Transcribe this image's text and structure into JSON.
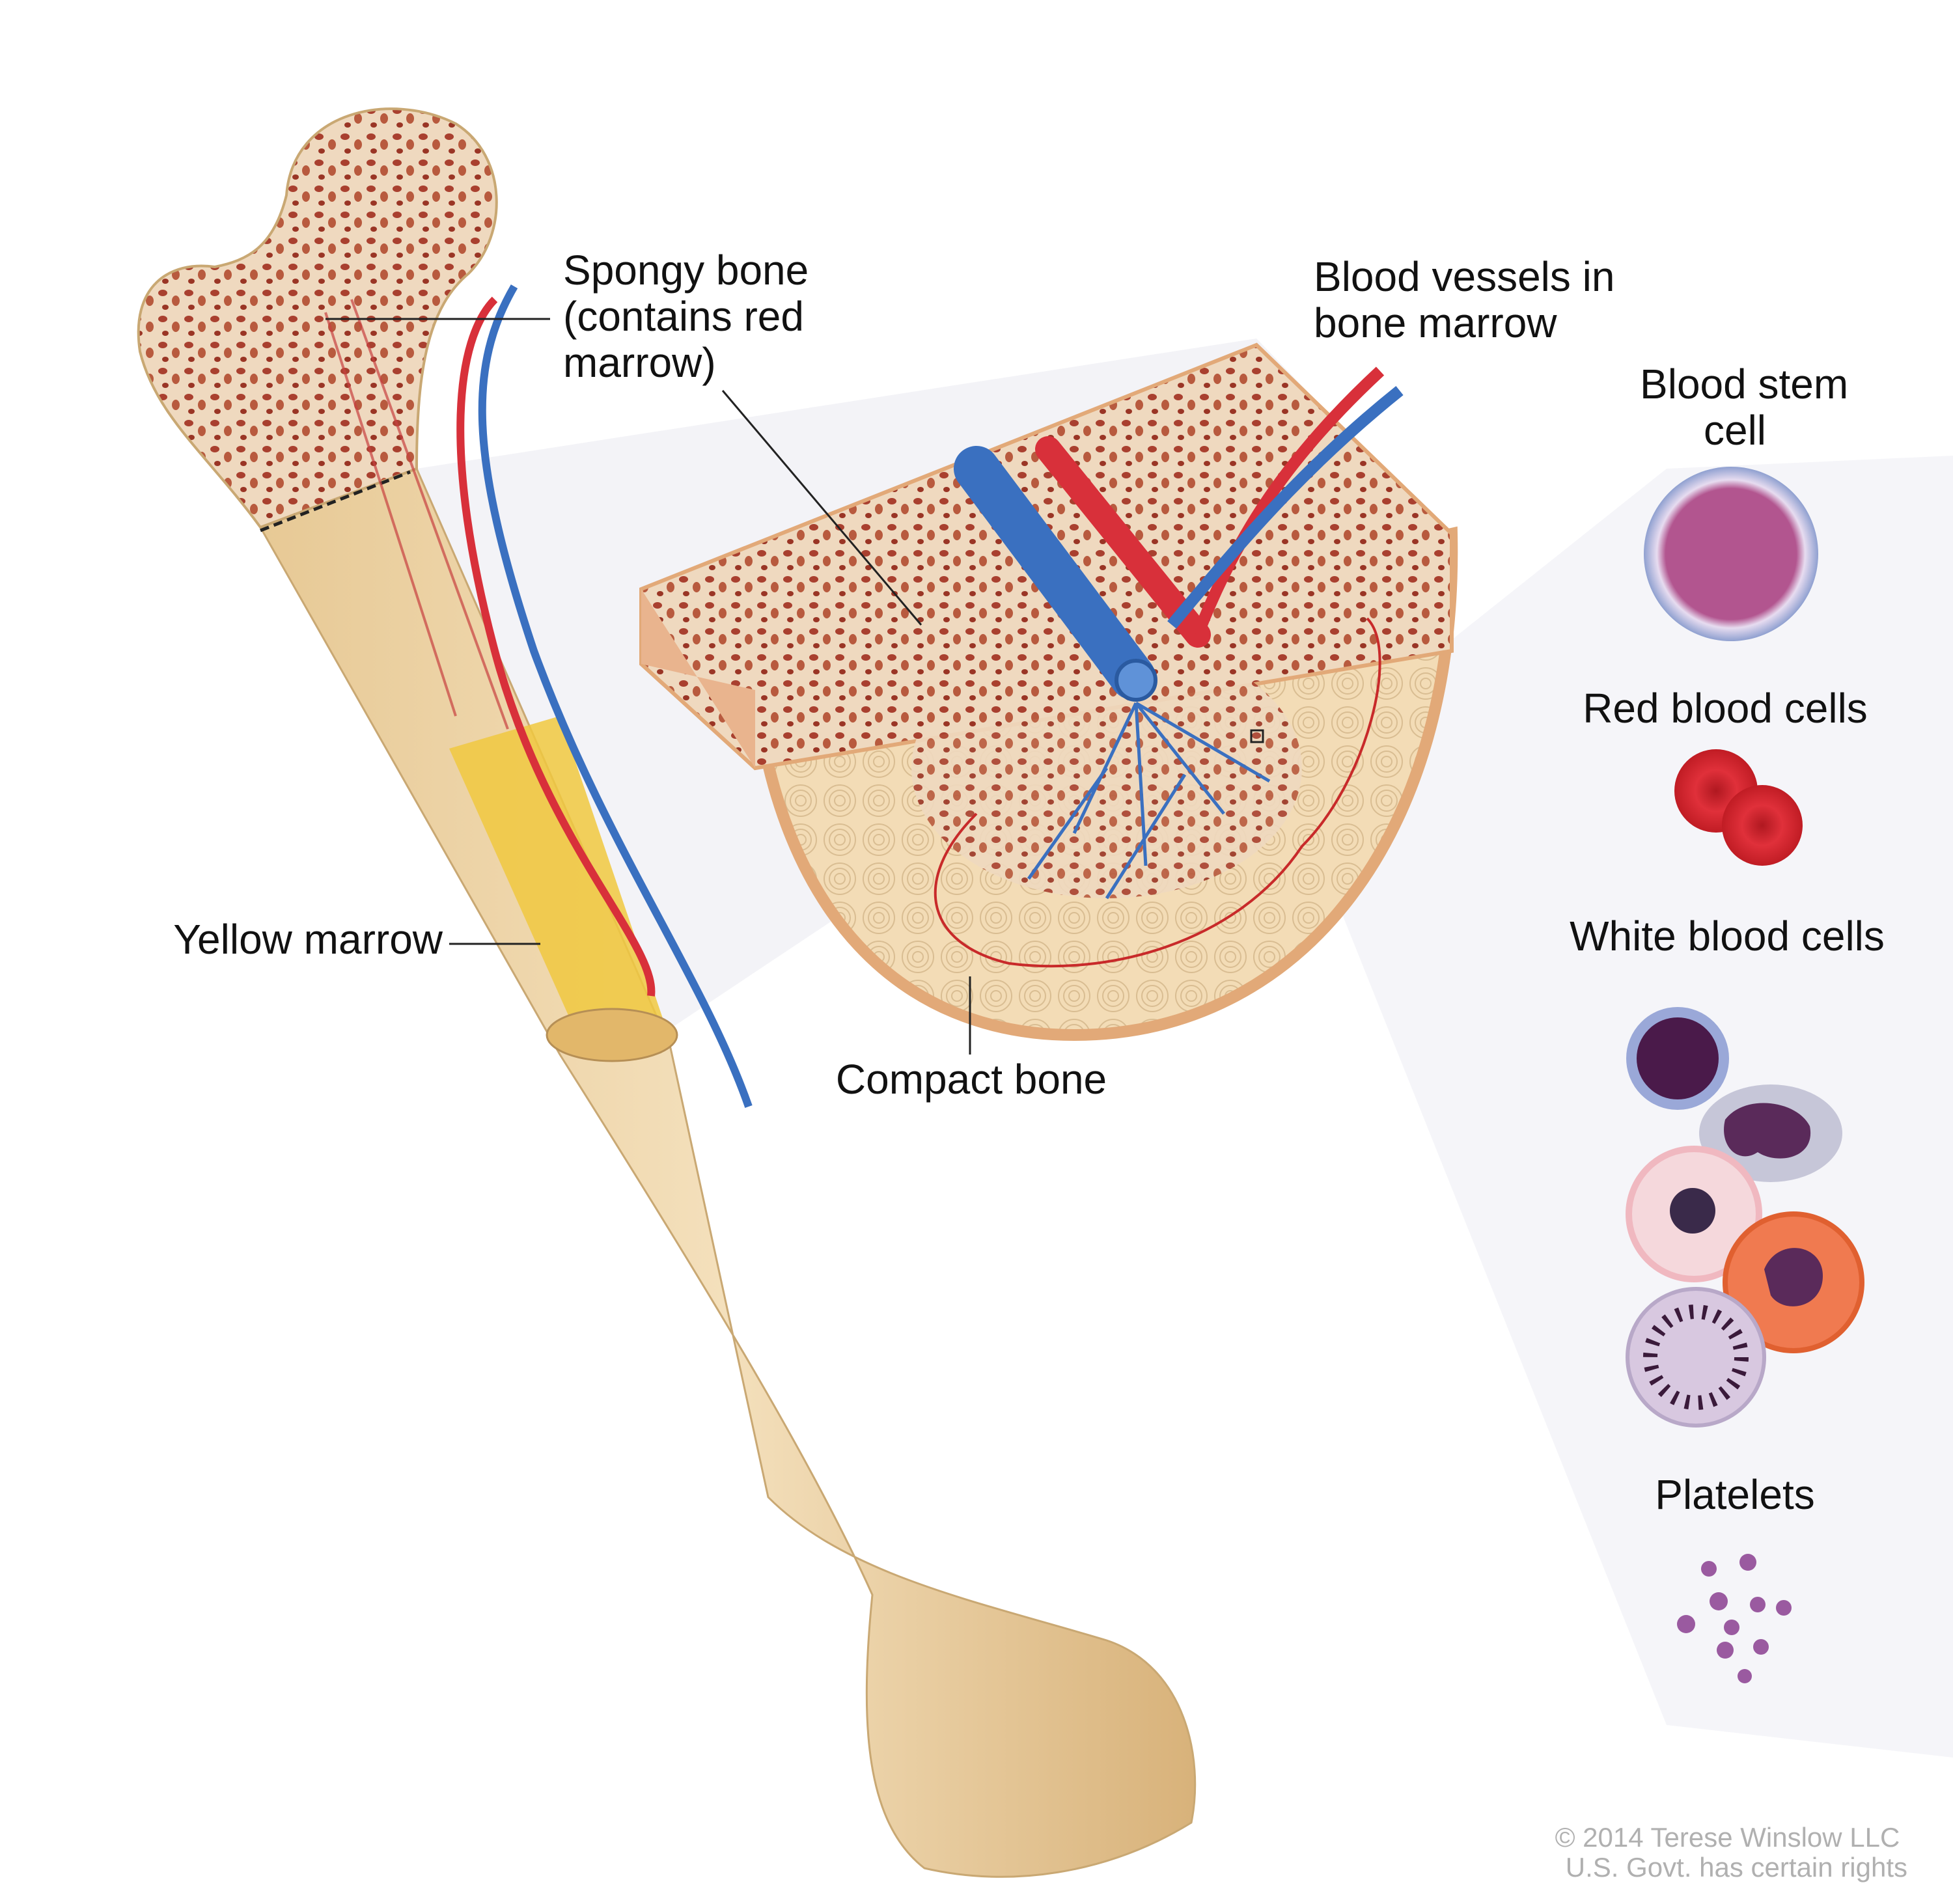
{
  "labels": {
    "spongy_bone": [
      "Spongy bone",
      "(contains red",
      "marrow)"
    ],
    "blood_vessels": [
      "Blood vessels in",
      "bone marrow"
    ],
    "blood_stem_cell": [
      "Blood stem",
      "cell"
    ],
    "red_blood_cells": "Red blood cells",
    "white_blood_cells": "White blood cells",
    "platelets": "Platelets",
    "yellow_marrow": "Yellow marrow",
    "compact_bone": "Compact bone"
  },
  "copyright": [
    "© 2014 Terese Winslow LLC",
    "U.S. Govt. has certain rights"
  ],
  "colors": {
    "bone": "#e8cfa0",
    "spongy": "#b04a35",
    "artery": "#d8303a",
    "vein": "#3a70c0",
    "yellow_marrow": "#f0c840",
    "stem_cell": "#a04a8a"
  }
}
